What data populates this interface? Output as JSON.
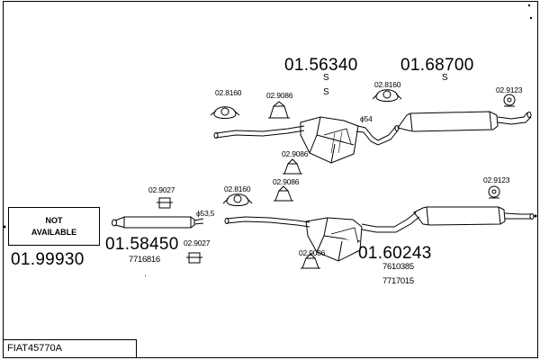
{
  "reference": "FIAT45770A",
  "not_available": "NOT\nAVAILABLE",
  "part_numbers": {
    "p01_99930": "01.99930",
    "p01_58450": "01.58450",
    "p01_60243": "01.60243",
    "p01_56340": "01.56340",
    "p01_68700": "01.68700"
  },
  "oem": {
    "o7716816": "7716816",
    "o7610385": "7610385",
    "o7717015": "7717015"
  },
  "s_marks": {
    "s1": "S",
    "s2": "S",
    "s3": "S"
  },
  "accessories": {
    "a1": "02.8160",
    "a2": "02.9086",
    "a3": "02.8160",
    "a4": "02.9123",
    "a5": "02.9086",
    "a6": "02.8160",
    "a7": "02.9086",
    "a8": "02.9027",
    "a9": "02.9027",
    "a10": "02.9086",
    "a11": "02.9123"
  },
  "dimensions": {
    "d54": "ϕ54",
    "d53": "ϕ53,5"
  },
  "dot": "·"
}
